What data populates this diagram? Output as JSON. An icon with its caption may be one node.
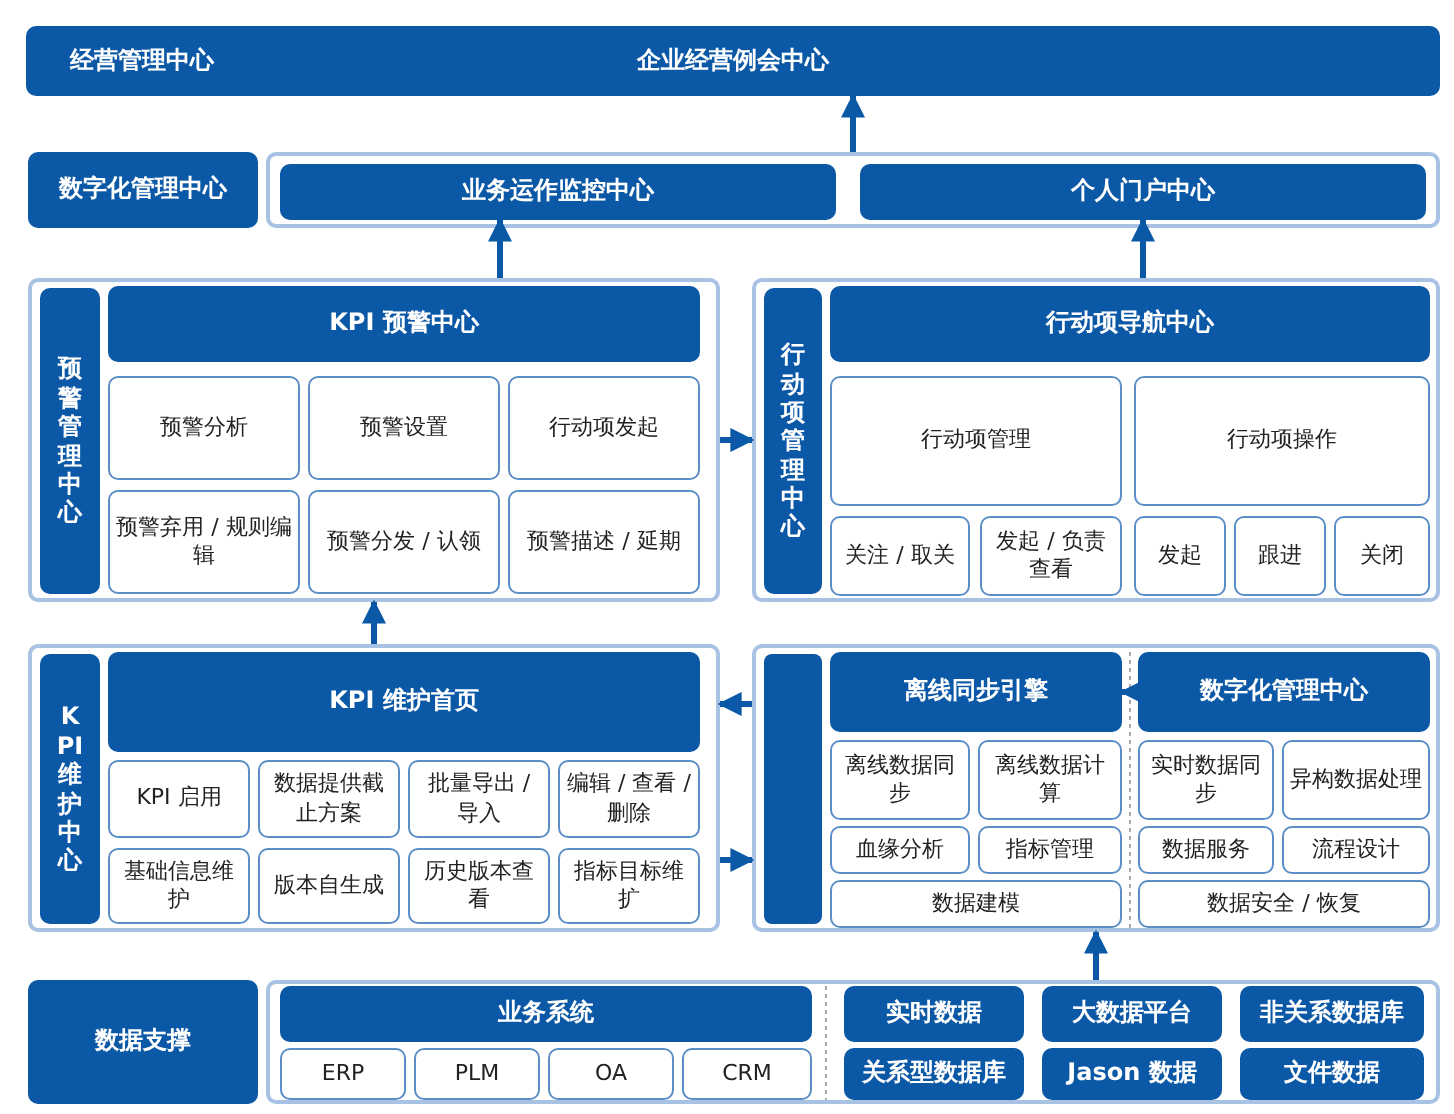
{
  "diagram": {
    "nodes": [
      {
        "text": [
          "经营管理中心",
          "企业经营例会中心"
        ]
      },
      {
        "text": [
          "数字化管理中心"
        ]
      },
      {
        "text": [],
        "shape": "box"
      },
      {
        "text": [
          "业务运作监控中心"
        ],
        "in": 2
      },
      {
        "text": [
          "个人门户中心"
        ],
        "in": 2
      },
      {
        "text": [],
        "shape": "box"
      },
      {
        "text": [
          "预警管理中心"
        ],
        "in": 5
      },
      {
        "text": [
          "KPI 预警中心"
        ],
        "in": 5
      },
      {
        "text": [
          "预警分析"
        ],
        "in": 5
      },
      {
        "text": [
          "预警设置"
        ],
        "in": 5
      },
      {
        "text": [
          "行动项发起"
        ],
        "in": 5
      },
      {
        "text": [
          "预警弃用 / 规则编辑"
        ],
        "in": 5
      },
      {
        "text": [
          "预警分发 / 认领"
        ],
        "in": 5
      },
      {
        "text": [
          "预警描述 / 延期"
        ],
        "in": 5
      },
      {
        "text": [],
        "shape": "box"
      },
      {
        "text": [
          "行动项管理中心"
        ],
        "in": 14
      },
      {
        "text": [
          "行动项导航中心"
        ],
        "in": 14
      },
      {
        "text": [
          "行动项管理"
        ],
        "in": 14
      },
      {
        "text": [
          "行动项操作"
        ],
        "in": 14
      },
      {
        "text": [
          "关注 / 取关"
        ],
        "in": 14
      },
      {
        "text": [
          "发起 / 负责查看"
        ],
        "in": 14
      },
      {
        "text": [
          "发起"
        ],
        "in": 14
      },
      {
        "text": [
          "跟进"
        ],
        "in": 14
      },
      {
        "text": [
          "关闭"
        ],
        "in": 14
      },
      {
        "text": [],
        "shape": "box"
      },
      {
        "text": [
          "KPI 维护中心"
        ],
        "in": 24
      },
      {
        "text": [
          "KPI 维护首页"
        ],
        "in": 24
      },
      {
        "text": [
          "KPI 启用"
        ],
        "in": 24
      },
      {
        "text": [
          "数据提供截止方案"
        ],
        "in": 24
      },
      {
        "text": [
          "批量导出 / 导入"
        ],
        "in": 24
      },
      {
        "text": [
          "编辑 / 查看 / 删除"
        ],
        "in": 24
      },
      {
        "text": [
          "基础信息维护"
        ],
        "in": 24
      },
      {
        "text": [
          "版本自生成"
        ],
        "in": 24
      },
      {
        "text": [
          "历史版本查看"
        ],
        "in": 24
      },
      {
        "text": [
          "指标目标维扩"
        ],
        "in": 24
      },
      {
        "text": [],
        "shape": "box"
      },
      {
        "text": [],
        "shape": "bar",
        "in": 35
      },
      {
        "text": [
          "离线同步引擎"
        ],
        "in": 35
      },
      {
        "text": [
          "离线数据同步"
        ],
        "in": 35
      },
      {
        "text": [
          "离线数据计算"
        ],
        "in": 35
      },
      {
        "text": [
          "血缘分析"
        ],
        "in": 35
      },
      {
        "text": [
          "指标管理"
        ],
        "in": 35
      },
      {
        "text": [
          "数据建模"
        ],
        "in": 35
      },
      {
        "text": [
          "数字化管理中心"
        ],
        "in": 35
      },
      {
        "text": [
          "实时数据同步"
        ],
        "in": 35
      },
      {
        "text": [
          "异构数据处理"
        ],
        "in": 35
      },
      {
        "text": [
          "数据服务"
        ],
        "in": 35
      },
      {
        "text": [
          "流程设计"
        ],
        "in": 35
      },
      {
        "text": [
          "数据安全 / 恢复"
        ],
        "in": 35
      },
      {
        "text": [
          "数据支撑"
        ]
      },
      {
        "text": [],
        "shape": "box"
      },
      {
        "text": [
          "业务系统"
        ],
        "in": 50
      },
      {
        "text": [
          "ERP"
        ],
        "in": 50
      },
      {
        "text": [
          "PLM"
        ],
        "in": 50
      },
      {
        "text": [
          "OA"
        ],
        "in": 50
      },
      {
        "text": [
          "CRM"
        ],
        "in": 50
      },
      {
        "text": [
          "实时数据"
        ],
        "in": 50
      },
      {
        "text": [
          "大数据平台"
        ],
        "in": 50
      },
      {
        "text": [
          "非关系数据库"
        ],
        "in": 50
      },
      {
        "text": [
          "关系型数据库"
        ],
        "in": 50
      },
      {
        "text": [
          "Jason 数据"
        ],
        "in": 50
      },
      {
        "text": [
          "文件数据"
        ],
        "in": 50
      }
    ],
    "edges": [
      {
        "from": 2,
        "to": 0,
        "arrow": "to"
      },
      {
        "from": 5,
        "to": 3,
        "arrow": "to"
      },
      {
        "from": 14,
        "to": 4,
        "arrow": "to"
      },
      {
        "from": 5,
        "to": 14,
        "arrow": "to"
      },
      {
        "from": 24,
        "to": 5,
        "arrow": "to"
      },
      {
        "from": 35,
        "to": 24,
        "arrow": "to"
      },
      {
        "from": 24,
        "to": 35,
        "arrow": "to"
      },
      {
        "from": 50,
        "to": 35,
        "arrow": "to"
      },
      {
        "from": 43,
        "to": 37,
        "arrow": "to"
      }
    ]
  }
}
